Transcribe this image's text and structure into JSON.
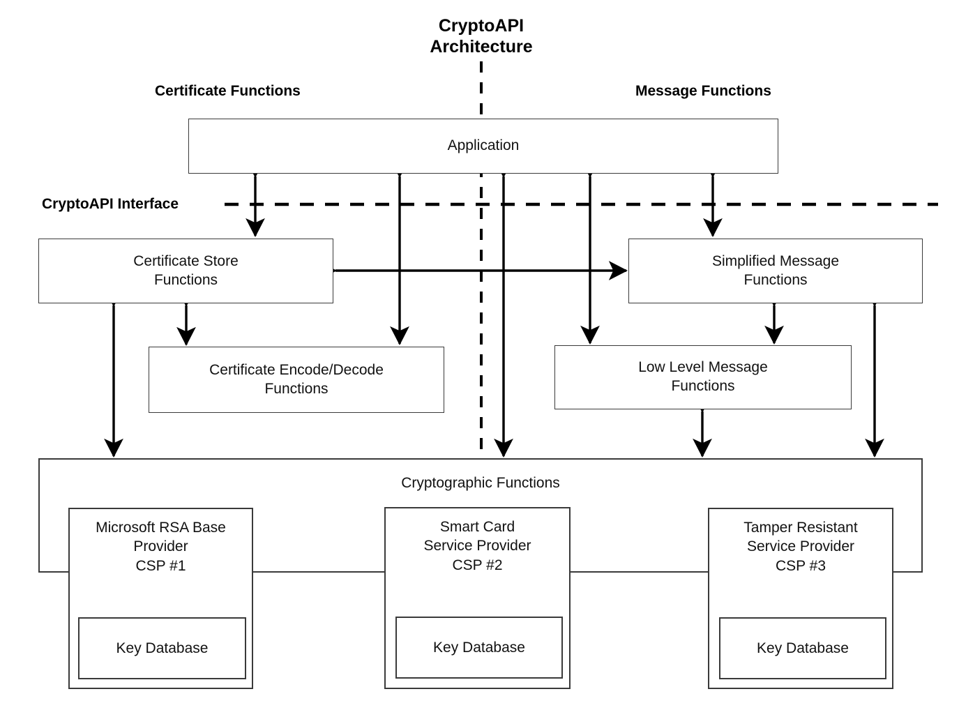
{
  "diagram": {
    "title": "CryptoAPI\nArchitecture",
    "section_labels": {
      "left": "Certificate Functions",
      "right": "Message Functions",
      "interface": "CryptoAPI Interface"
    },
    "nodes": {
      "application": "Application",
      "certificate_store_functions": "Certificate Store\nFunctions",
      "simplified_message_functions": "Simplified Message\nFunctions",
      "certificate_encode_decode_functions": "Certificate Encode/Decode\nFunctions",
      "low_level_message_functions": "Low Level Message\nFunctions",
      "cryptographic_functions": "Cryptographic Functions"
    },
    "providers": [
      {
        "title": "Microsoft RSA Base\nProvider\nCSP #1",
        "key_database": "Key Database"
      },
      {
        "title": "Smart Card\nService Provider\nCSP #2",
        "key_database": "Key Database"
      },
      {
        "title": "Tamper Resistant\nService Provider\nCSP #3",
        "key_database": "Key Database"
      }
    ],
    "colors": {
      "stroke": "#3a3a3a",
      "arrow": "#000000",
      "text": "#111111",
      "background": "#ffffff"
    }
  }
}
